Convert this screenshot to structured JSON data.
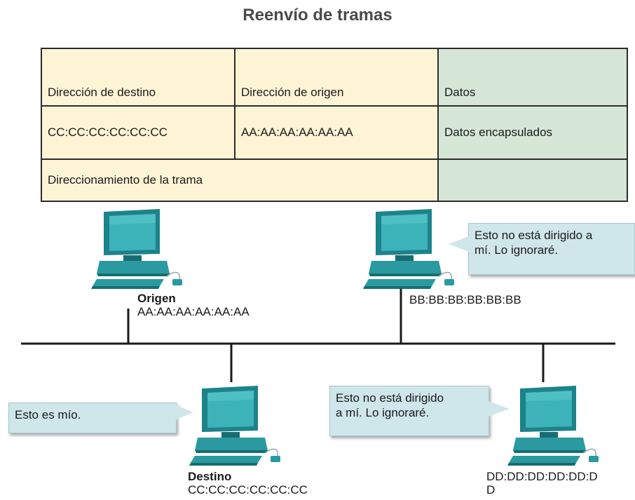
{
  "title": "Reenvío de tramas",
  "frame": {
    "headers": {
      "dest": "Dirección de destino",
      "src": "Dirección de origen",
      "data": "Datos"
    },
    "values": {
      "dest": "CC:CC:CC:CC:CC:CC",
      "src": "AA:AA:AA:AA:AA:AA",
      "data": "Datos encapsulados"
    },
    "footer": "Direccionamiento de la trama"
  },
  "hosts": {
    "origen": {
      "role": "Origen",
      "mac": "AA:AA:AA:AA:AA:AA"
    },
    "bb": {
      "mac": "BB:BB:BB:BB:BB:BB",
      "message": [
        "Esto no está dirigido a",
        "mí. Lo ignoraré."
      ]
    },
    "destino": {
      "role": "Destino",
      "mac": "CC:CC:CC:CC:CC:CC",
      "message": [
        "Esto es mío."
      ]
    },
    "dd": {
      "mac": [
        "DD:DD:DD:DD:DD:D",
        "D"
      ],
      "message": [
        "Esto no está dirigido",
        "a mí. Lo ignoraré."
      ]
    }
  },
  "colors": {
    "computer": "#2a9aa0",
    "computer_dark": "#176d72",
    "bubble": "#cfe6ea",
    "header_yellow": "#fdf4d6",
    "header_green": "#d6e6d6"
  }
}
